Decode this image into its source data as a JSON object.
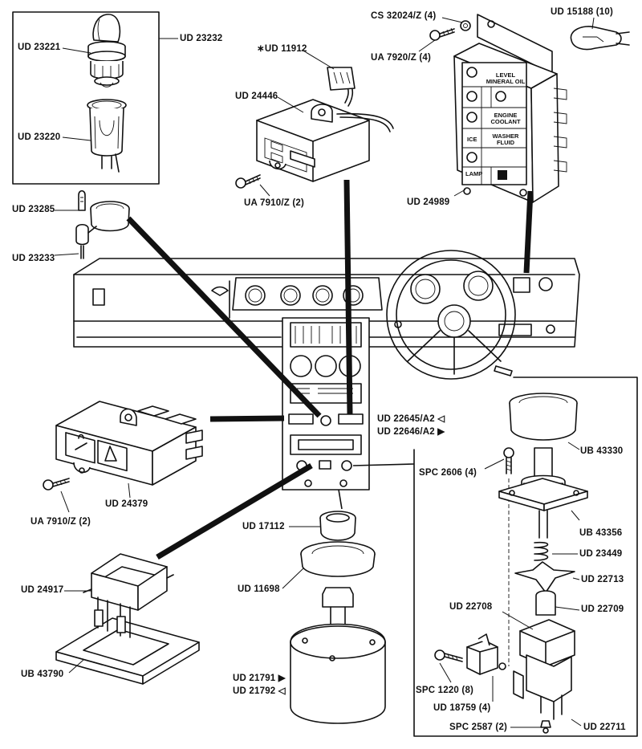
{
  "labels": {
    "ud23232": "UD 23232",
    "ud23221": "UD 23221",
    "ud23220": "UD 23220",
    "ud11912": "∗UD 11912",
    "ud24446": "UD 24446",
    "ua7910_top": "UA 7910/Z (2)",
    "cs32024": "CS 32024/Z (4)",
    "ua7920": "UA 7920/Z (4)",
    "ud15188": "UD 15188 (10)",
    "ud24989": "UD 24989",
    "ud23285": "UD 23285",
    "ud23233": "UD 23233",
    "ud22645": "UD 22645/A2 ◁",
    "ud22646": "UD 22646/A2 ▶",
    "ub43330": "UB 43330",
    "spc2606": "SPC 2606 (4)",
    "ub43356": "UB 43356",
    "ud23449": "UD 23449",
    "ud22713": "UD 22713",
    "ud22708": "UD 22708",
    "ud22709": "UD 22709",
    "spc1220": "SPC 1220 (8)",
    "ud18759": "UD 18759 (4)",
    "spc2587": "SPC 2587 (2)",
    "ud22711": "UD 22711",
    "ud24379": "UD 24379",
    "ua7910_left": "UA 7910/Z (2)",
    "ud24917": "UD 24917",
    "ub43790": "UB 43790",
    "ud17112": "UD 17112",
    "ud11698": "UD 11698",
    "ud21791": "UD 21791 ▶",
    "ud21792": "UD 21792 ◁"
  },
  "warning_panel": {
    "level_mineral_oil": "LEVEL MINERAL OIL",
    "engine_coolant": "ENGINE COOLANT",
    "ice": "ICE",
    "washer_fluid": "WASHER FLUID",
    "lamp": "LAMP"
  }
}
